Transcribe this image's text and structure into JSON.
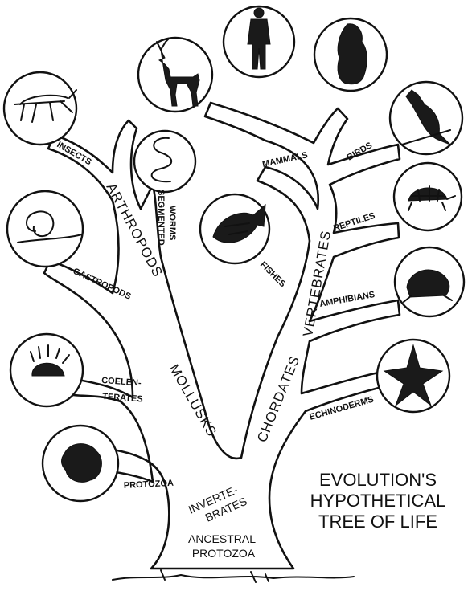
{
  "title": {
    "line1": "EVOLUTION'S",
    "line2": "HYPOTHETICAL",
    "line3": "TREE OF LIFE"
  },
  "trunk": {
    "base_line1": "ANCESTRAL",
    "base_line2": "PROTOZOA",
    "inverts_line1": "INVERTE-",
    "inverts_line2": "BRATES"
  },
  "major_branches": {
    "mollusks": "MOLLUSKS",
    "arthropods": "ARTHROPODS",
    "chordates": "CHORDATES",
    "vertebrates": "VERTEBRATES"
  },
  "groups": {
    "insects": "INSECTS",
    "segmented_line1": "SEGMENTED",
    "segmented_line2": "WORMS",
    "mammals": "MAMMALS",
    "birds": "BIRDS",
    "reptiles": "REPTILES",
    "fishes": "FISHES",
    "amphibians": "AMPHIBIANS",
    "gastropods": "GASTROPODS",
    "coelenterates_line1": "COELEN-",
    "coelenterates_line2": "TERATES",
    "echinoderms": "ECHINODERMS",
    "protozoa": "PROTOZOA"
  },
  "icons": [
    "deer-icon",
    "human-icon",
    "ape-icon",
    "cardinal-icon",
    "grasshopper-icon",
    "worm-icon",
    "turtle-icon",
    "fish-icon",
    "snail-icon",
    "frog-icon",
    "anemone-icon",
    "starfish-icon",
    "amoeba-icon"
  ]
}
